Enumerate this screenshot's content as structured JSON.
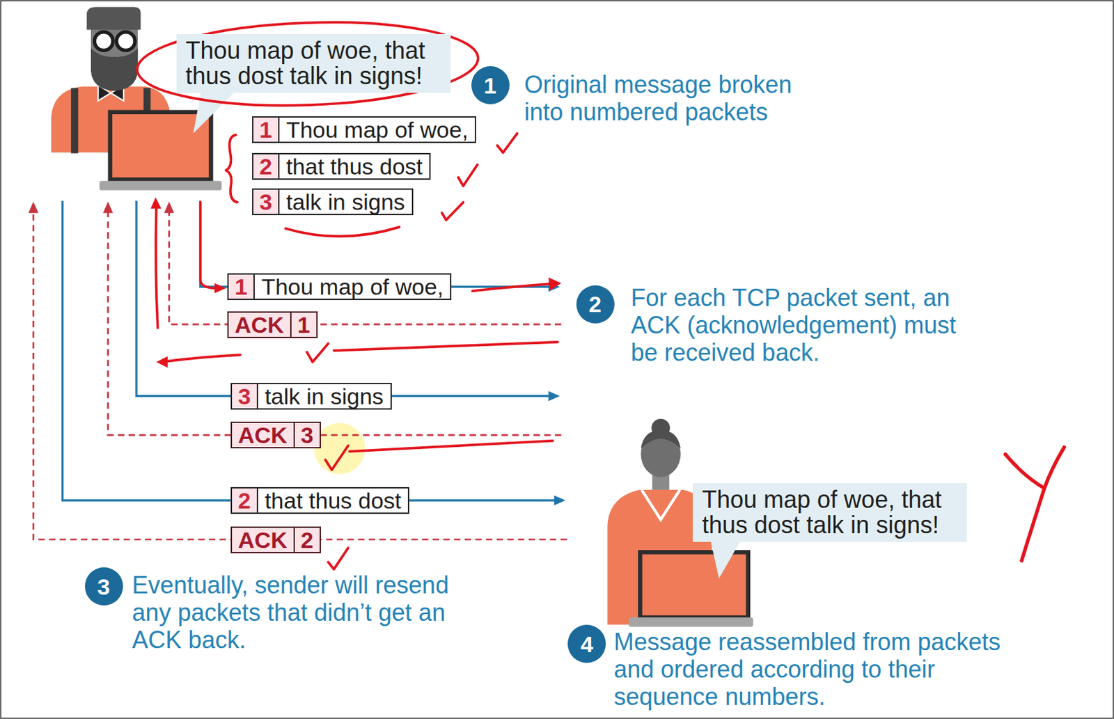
{
  "diagram": {
    "nodes": [
      {
        "text": [
          "Thou map of woe, that thus dost talk in signs!"
        ]
      },
      {
        "text": [
          "1"
        ]
      },
      {
        "text": [
          "1",
          "Thou map of woe,"
        ]
      },
      {
        "text": [
          "2",
          "that thus dost"
        ]
      },
      {
        "text": [
          "3",
          "talk in signs"
        ]
      },
      {
        "text": [
          "1",
          "Thou map of woe,"
        ]
      },
      {
        "text": [
          "2"
        ]
      },
      {
        "text": [
          "ACK",
          "1"
        ]
      },
      {
        "text": [
          "3",
          "talk in signs"
        ]
      },
      {
        "text": [
          "ACK",
          "3"
        ]
      },
      {
        "text": [
          "Thou map of woe, that thus dost talk in signs!"
        ]
      },
      {
        "text": [
          "2",
          "that thus dost"
        ]
      },
      {
        "text": [
          "ACK",
          "2"
        ]
      },
      {
        "text": [
          "3"
        ]
      },
      {
        "text": [
          "4"
        ]
      }
    ],
    "labels": [
      "Original message broken into numbered packets",
      "For each TCP packet sent, an ACK (acknowledgement) must be received back.",
      "Eventually, sender will resend any packets that didn’t get an ACK back.",
      "Message reassembled from packets and ordered according to their sequence numbers."
    ]
  }
}
